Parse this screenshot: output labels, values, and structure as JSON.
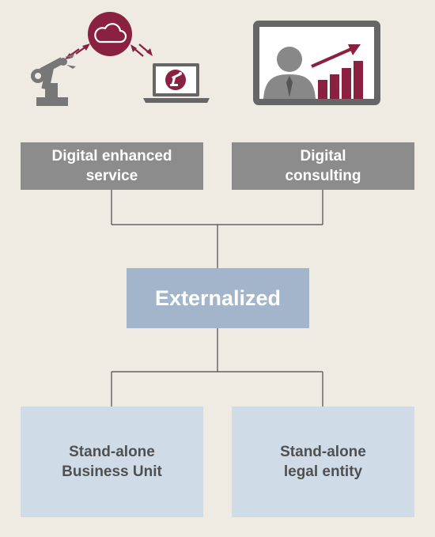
{
  "nodes": {
    "digital_enhanced_service": "Digital enhanced\nservice",
    "digital_consulting": "Digital\nconsulting",
    "externalized": "Externalized",
    "standalone_business_unit": "Stand-alone\nBusiness Unit",
    "standalone_legal_entity": "Stand-alone\nlegal entity"
  },
  "icons": {
    "left_illustration": [
      "robot-arm-icon",
      "cloud-icon",
      "laptop-icon",
      "exchange-arrows-icon"
    ],
    "right_illustration": [
      "presentation-screen-icon",
      "person-icon",
      "growth-bar-chart-icon"
    ]
  },
  "colors": {
    "background": "#efebe3",
    "accent": "#8a2140",
    "gray_box": "#8c8c8c",
    "center_box": "#a3b5cb",
    "bottom_box": "#cfdbe7",
    "connector": "#4a4a4a"
  }
}
